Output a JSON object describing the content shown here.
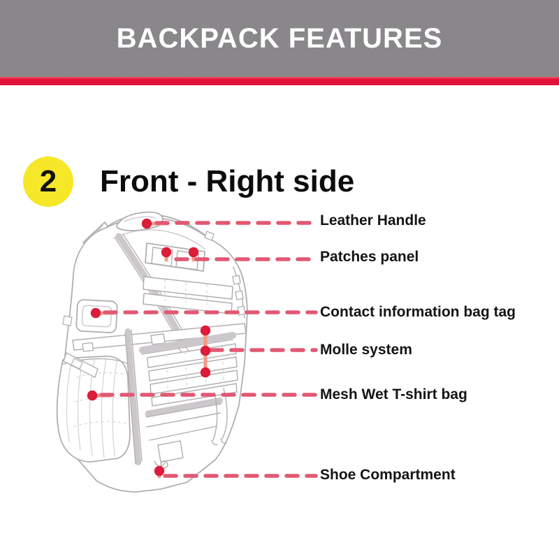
{
  "header": {
    "title": "BACKPACK FEATURES"
  },
  "section": {
    "badge_number": "2",
    "title": "Front - Right side"
  },
  "callouts": {
    "items": [
      {
        "text": "Leather Handle"
      },
      {
        "text": "Patches panel"
      },
      {
        "text": "Contact information bag tag"
      },
      {
        "text": "Molle system"
      },
      {
        "text": "Mesh Wet T-shirt bag"
      },
      {
        "text": "Shoe Compartment"
      }
    ]
  },
  "colors": {
    "banner_bg": "#8a878b",
    "banner_text": "#ffffff",
    "accent_stripe": "#e11239",
    "badge_bg": "#f6e729",
    "badge_text": "#121212",
    "callout_dot": "#dc1c39",
    "callout_dash": "#e25872",
    "callout_connector": "#f49a84",
    "line_art": "#b2aeb1",
    "label_text": "#141414"
  }
}
